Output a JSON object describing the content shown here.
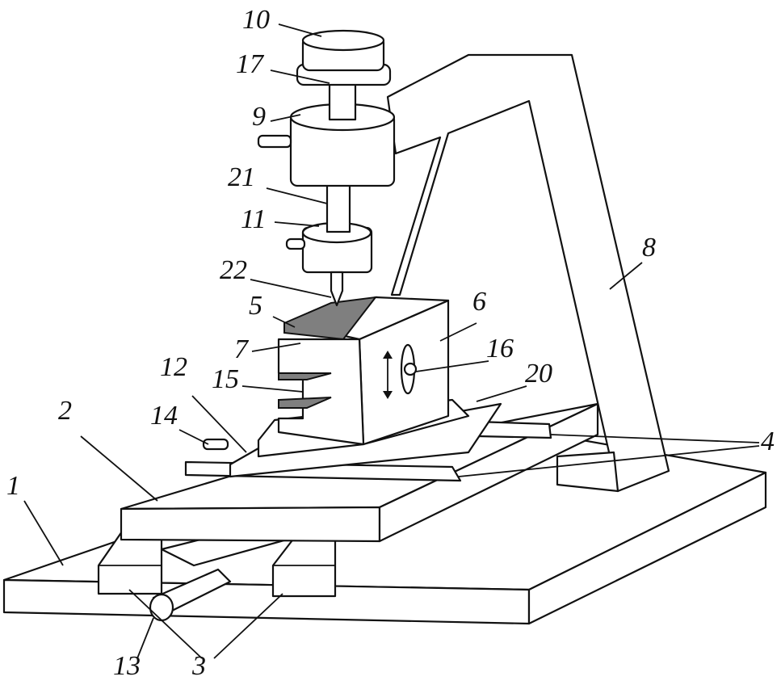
{
  "labels": [
    "1",
    "2",
    "3",
    "4",
    "5",
    "6",
    "7",
    "8",
    "9",
    "10",
    "11",
    "12",
    "13",
    "14",
    "15",
    "16",
    "17",
    "20",
    "21",
    "22"
  ],
  "colors": {
    "stroke": "#111111",
    "shaded": "#7f7f7f"
  }
}
